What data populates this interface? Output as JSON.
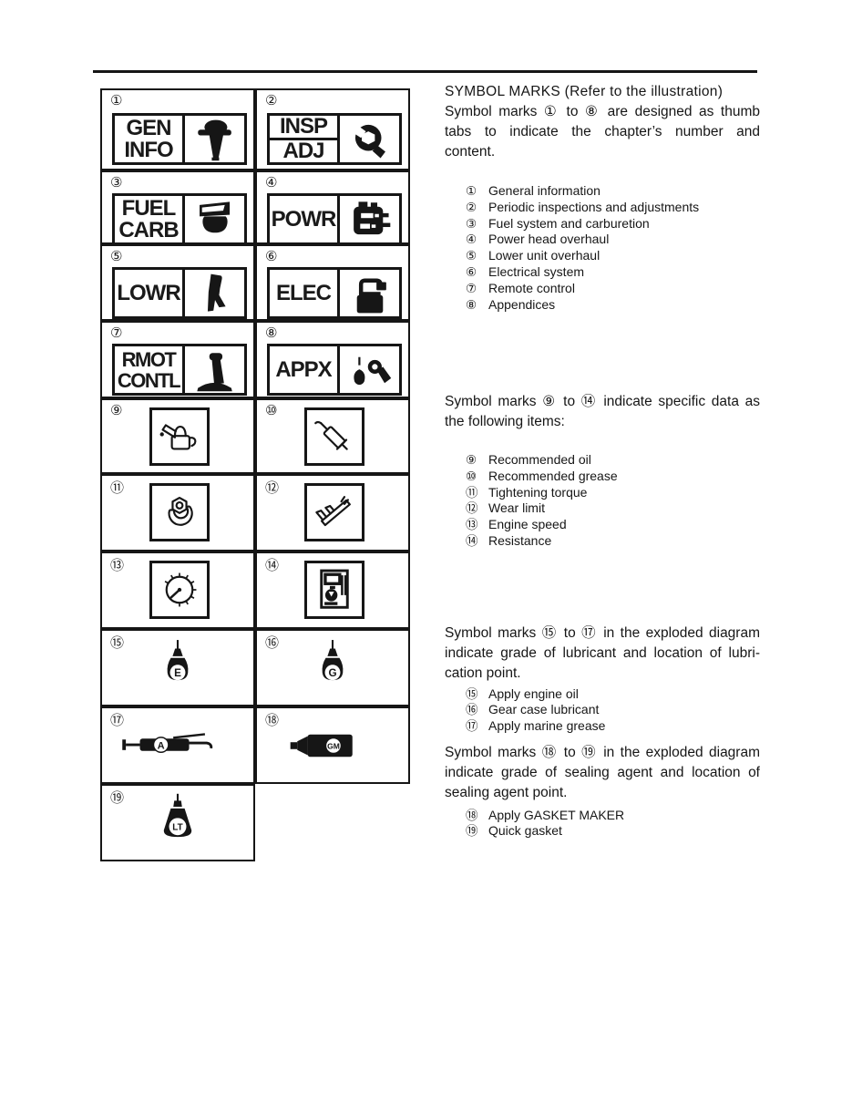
{
  "ink": "#161616",
  "grid": {
    "tabs": [
      {
        "num": "①",
        "lines": [
          "GEN",
          "INFO"
        ]
      },
      {
        "num": "②",
        "lines": [
          "INSP",
          "ADJ"
        ]
      },
      {
        "num": "③",
        "lines": [
          "FUEL",
          "CARB"
        ]
      },
      {
        "num": "④",
        "lines": [
          "POWR"
        ]
      },
      {
        "num": "⑤",
        "lines": [
          "LOWR"
        ]
      },
      {
        "num": "⑥",
        "lines": [
          "ELEC"
        ]
      },
      {
        "num": "⑦",
        "lines": [
          "RMOT",
          "CONTL"
        ]
      },
      {
        "num": "⑧",
        "lines": [
          "APPX"
        ]
      }
    ],
    "data_cells": [
      {
        "num": "⑨",
        "icon": "oil-can"
      },
      {
        "num": "⑩",
        "icon": "grease-gun"
      },
      {
        "num": "⑪",
        "icon": "torque-wrench"
      },
      {
        "num": "⑫",
        "icon": "vernier-caliper"
      },
      {
        "num": "⑬",
        "icon": "tachometer"
      },
      {
        "num": "⑭",
        "icon": "multimeter"
      }
    ],
    "lube_cells": [
      {
        "num": "⑮",
        "letter": "E"
      },
      {
        "num": "⑯",
        "letter": "G"
      },
      {
        "num": "⑰",
        "letter": "A"
      },
      {
        "num": "⑱",
        "letter": "GM"
      },
      {
        "num": "⑲",
        "letter": "LT"
      }
    ]
  },
  "text": {
    "heading": "SYMBOL MARKS (Refer to the illustration)",
    "para1": [
      "Symbol marks ① to ⑧ are designed as thumb",
      "tabs to indicate the chapter’s number and",
      "content."
    ],
    "chapters": [
      {
        "num": "①",
        "label": "General information"
      },
      {
        "num": "②",
        "label": "Periodic inspections and adjustments"
      },
      {
        "num": "③",
        "label": "Fuel system and carburetion"
      },
      {
        "num": "④",
        "label": "Power head overhaul"
      },
      {
        "num": "⑤",
        "label": "Lower unit overhaul"
      },
      {
        "num": "⑥",
        "label": "Electrical system"
      },
      {
        "num": "⑦",
        "label": "Remote control"
      },
      {
        "num": "⑧",
        "label": "Appendices"
      }
    ],
    "para2": [
      "Symbol marks ⑨ to ⑭ indicate specific data as",
      "the following items:"
    ],
    "data_items": [
      {
        "num": "⑨",
        "label": "Recommended oil"
      },
      {
        "num": "⑩",
        "label": "Recommended grease"
      },
      {
        "num": "⑪",
        "label": "Tightening torque"
      },
      {
        "num": "⑫",
        "label": "Wear limit"
      },
      {
        "num": "⑬",
        "label": "Engine speed"
      },
      {
        "num": "⑭",
        "label": "Resistance"
      }
    ],
    "para3": [
      "Symbol marks ⑮ to ⑰ in the exploded diagram",
      "indicate grade of lubricant and location of lubri-",
      "cation point."
    ],
    "lube_items": [
      {
        "num": "⑮",
        "label": "Apply engine oil"
      },
      {
        "num": "⑯",
        "label": "Gear case lubricant"
      },
      {
        "num": "⑰",
        "label": "Apply marine grease"
      }
    ],
    "para4": [
      "Symbol marks ⑱ to ⑲ in the exploded diagram",
      "indicate grade of sealing agent and location of",
      "sealing agent point."
    ],
    "seal_items": [
      {
        "num": "⑱",
        "label": "Apply GASKET MAKER"
      },
      {
        "num": "⑲",
        "label": "Quick gasket"
      }
    ]
  }
}
